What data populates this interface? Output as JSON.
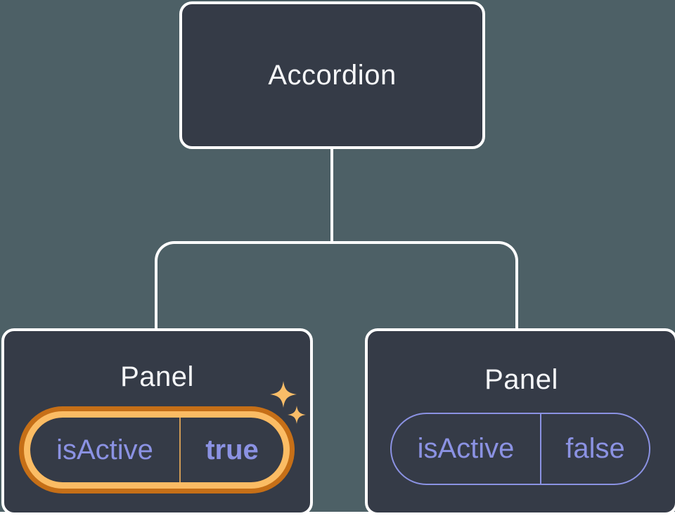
{
  "tree": {
    "root": {
      "label": "Accordion"
    },
    "panels": [
      {
        "title": "Panel",
        "prop_name": "isActive",
        "prop_value": "true",
        "state": "active",
        "highlighted": true
      },
      {
        "title": "Panel",
        "prop_name": "isActive",
        "prop_value": "false",
        "state": "inactive",
        "highlighted": false
      }
    ]
  },
  "icons": {
    "sparkles": "sparkle-icon"
  },
  "colors": {
    "page_background": "#ffffff",
    "diagram_background": "#4d6066",
    "node_fill": "#353b47",
    "node_border": "#ffffff",
    "node_text": "#f6f7f9",
    "connector": "#ffffff",
    "prop_text": "#8b92e3",
    "pill_border_inactive": "#8b92e3",
    "glow_ring_inner": "#fbbc64",
    "glow_ring_outer": "#c66f17",
    "divider_active": "#cf9a55",
    "divider_inactive": "#8b92e3",
    "sparkle": "#f9bd68"
  }
}
